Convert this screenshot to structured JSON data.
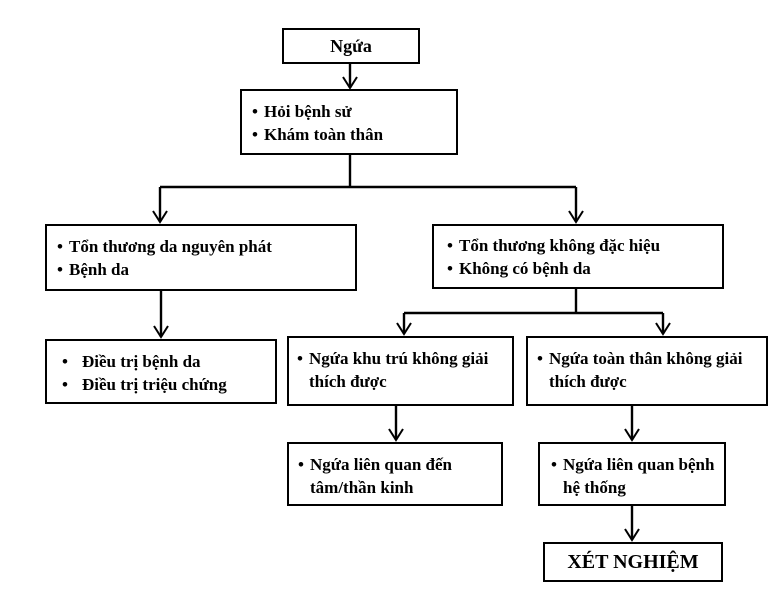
{
  "nodes": {
    "root": {
      "text": "Ngứa"
    },
    "history": {
      "items": [
        "Hỏi bệnh sử",
        "Khám toàn thân"
      ]
    },
    "primary_skin": {
      "items": [
        "Tổn thương da nguyên phát",
        "Bệnh da"
      ]
    },
    "nonspecific": {
      "items": [
        "Tổn thương không đặc hiệu",
        "Không có bệnh da"
      ]
    },
    "treatment": {
      "items": [
        "Điều trị bệnh da",
        "Điều trị triệu chứng"
      ]
    },
    "localized": {
      "items": [
        "Ngứa khu trú không giải thích được"
      ]
    },
    "generalized": {
      "items": [
        "Ngứa toàn thân không giải thích được"
      ]
    },
    "neuro": {
      "items": [
        "Ngứa liên quan đến tâm/thần kinh"
      ]
    },
    "systemic": {
      "items": [
        "Ngứa liên quan bệnh hệ thống"
      ]
    },
    "tests": {
      "text": "XÉT NGHIỆM"
    }
  }
}
